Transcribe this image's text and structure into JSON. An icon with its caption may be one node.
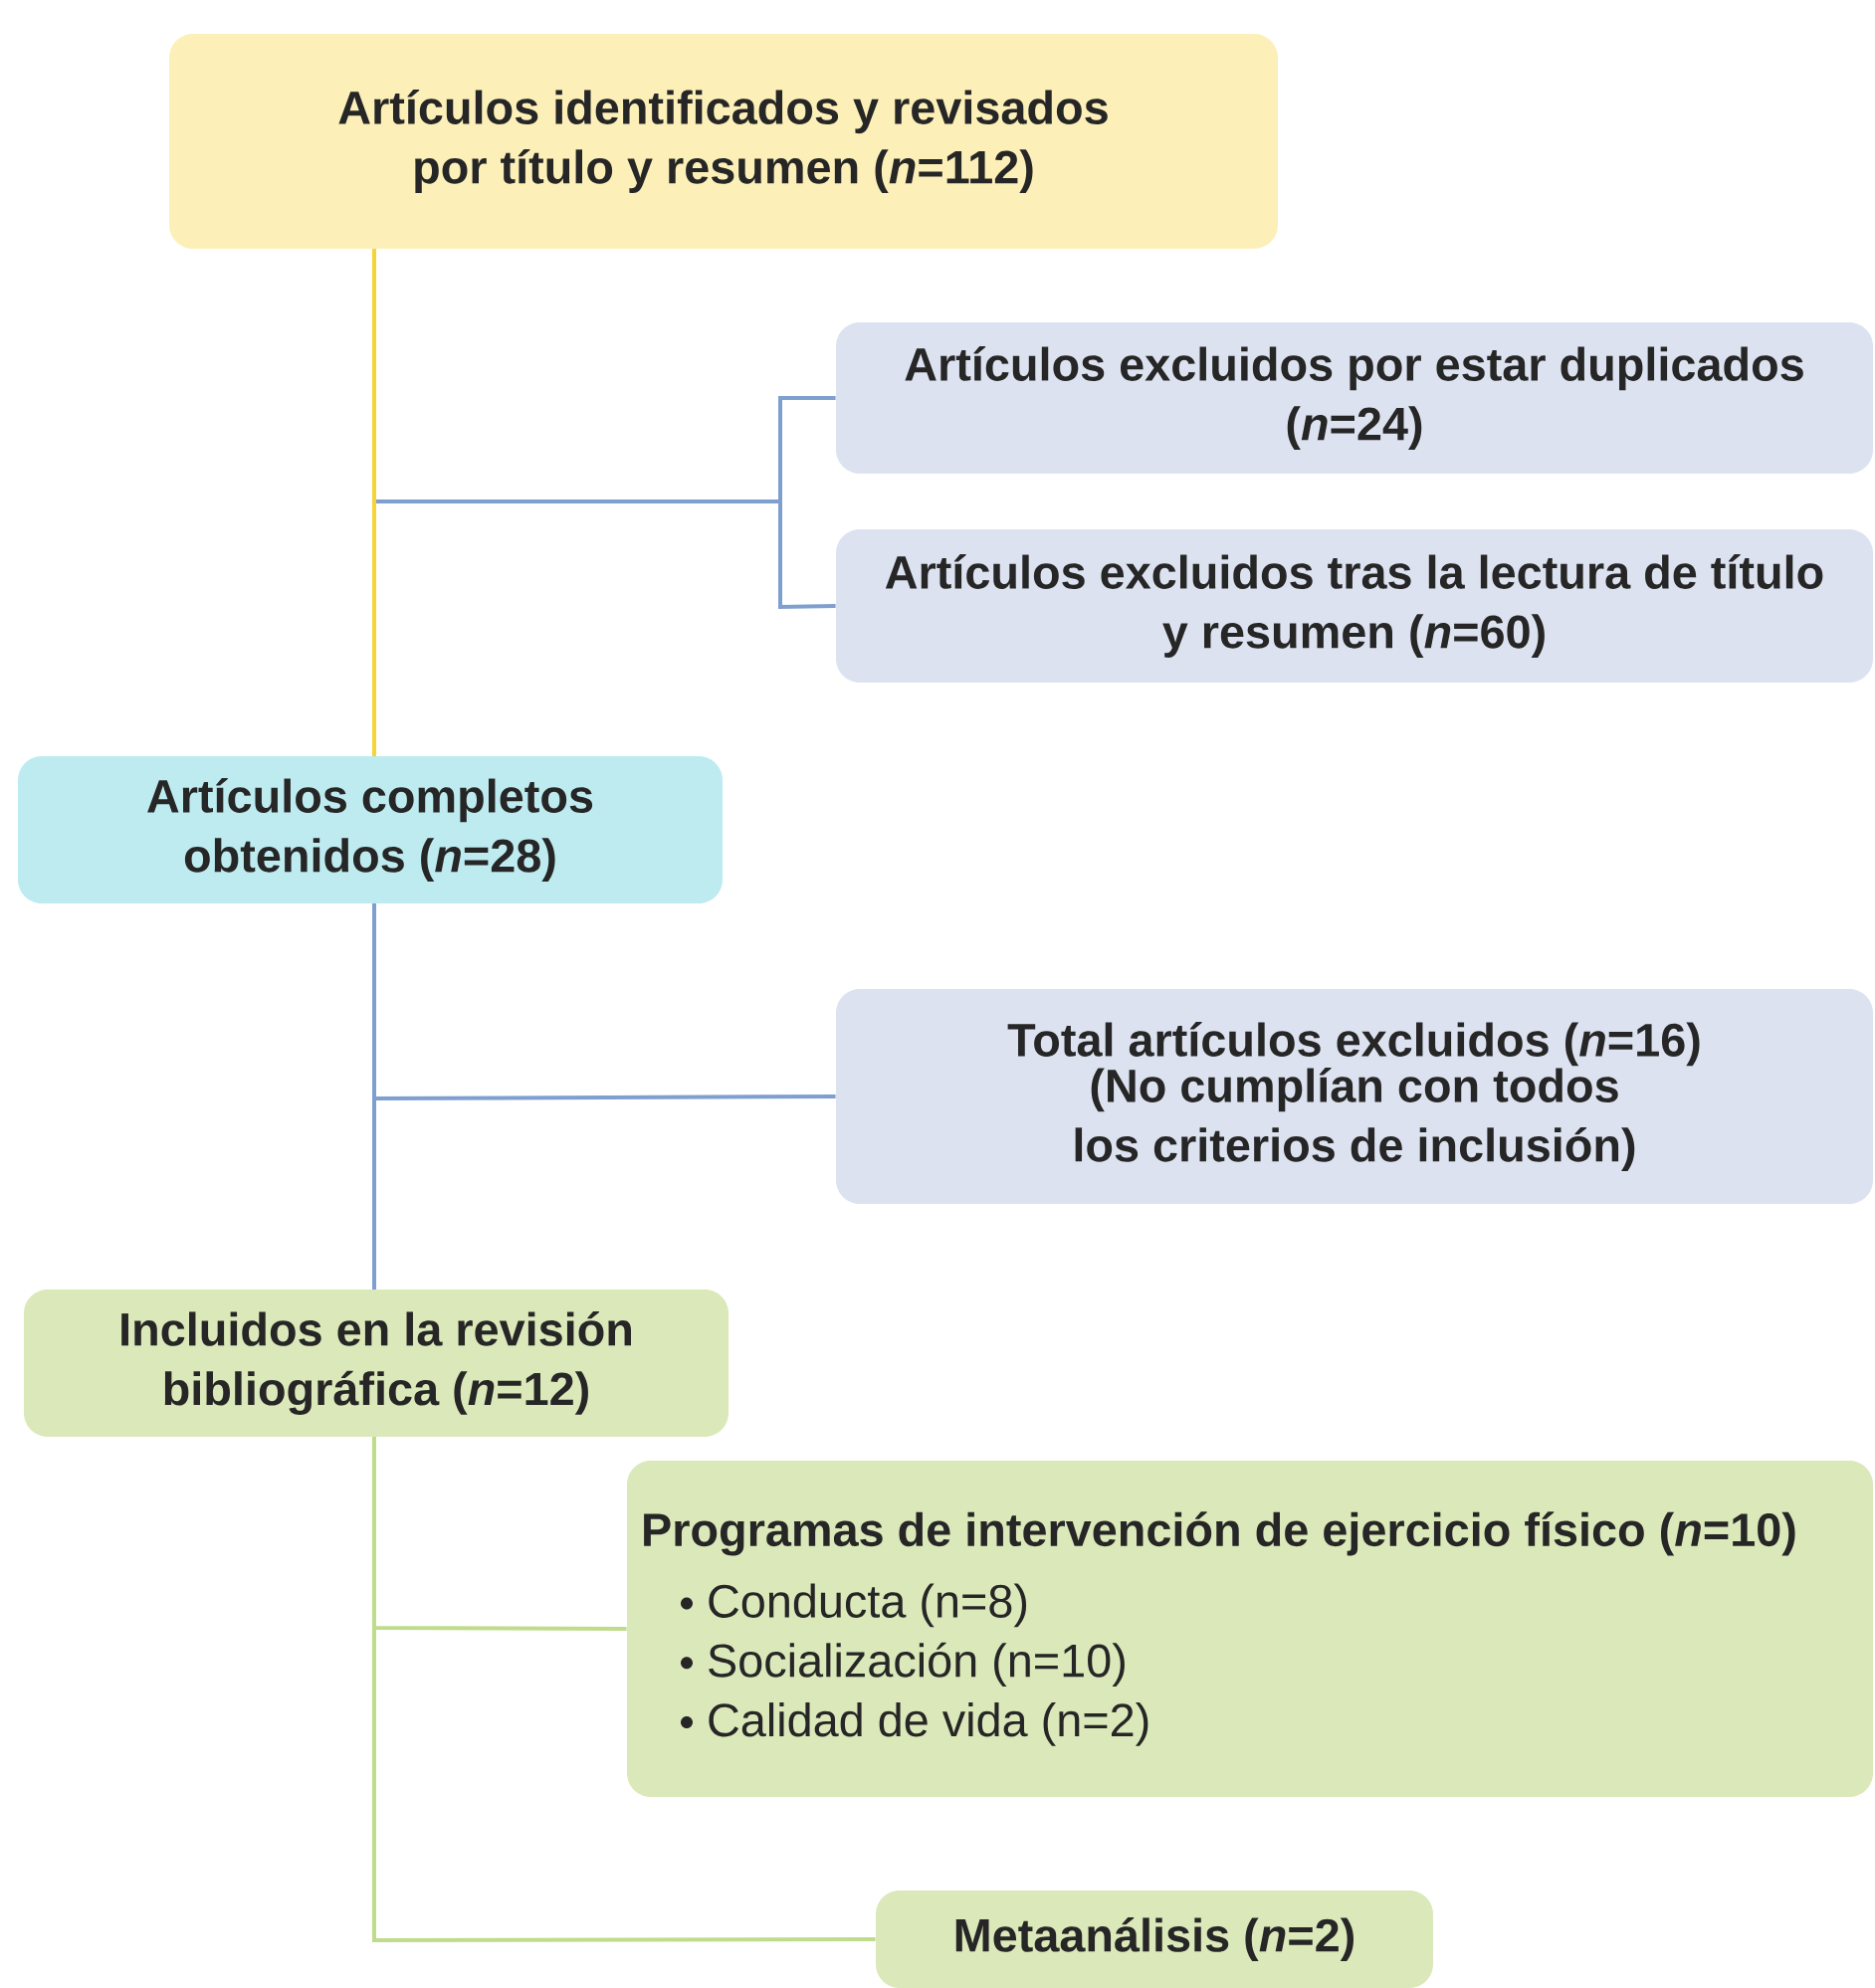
{
  "diagram": {
    "nodes": [
      {
        "text": [
          "Artículos identificados y revisados por título y resumen (*n*=112)"
        ]
      },
      {
        "text": [
          "Artículos excluidos por estar duplicados (*n*=24)"
        ]
      },
      {
        "text": [
          "Artículos excluidos tras la lectura de título y resumen (*n*=60)"
        ]
      },
      {
        "text": [
          "Artículos completos obtenidos (*n*=28)"
        ]
      },
      {
        "text": [
          "Total artículos excluidos (*n*=16)",
          "(No cumplían con todos los criterios de inclusión)"
        ]
      },
      {
        "text": [
          "Incluidos en la revisión bibliográfica (*n*=12)"
        ]
      },
      {
        "text": [
          "Programas de intervención de ejercicio físico (*n*=10)",
          "Conducta (n=8)",
          "Socialización (n=10)",
          "Calidad de vida (n=2)"
        ]
      },
      {
        "text": [
          "Metaanálisis (*n*=2)"
        ]
      }
    ],
    "edges": [
      {
        "from": 0,
        "to": 1,
        "arrow": "none"
      },
      {
        "from": 0,
        "to": 2,
        "arrow": "none"
      },
      {
        "from": 0,
        "to": 3,
        "arrow": "none",
        "color": "#f6d437"
      },
      {
        "from": 3,
        "to": 4,
        "arrow": "none"
      },
      {
        "from": 3,
        "to": 5,
        "arrow": "none"
      },
      {
        "from": 5,
        "to": 6,
        "arrow": "none",
        "color": "#bfdc8c"
      },
      {
        "from": 5,
        "to": 7,
        "arrow": "none",
        "color": "#bfdc8c"
      }
    ]
  }
}
